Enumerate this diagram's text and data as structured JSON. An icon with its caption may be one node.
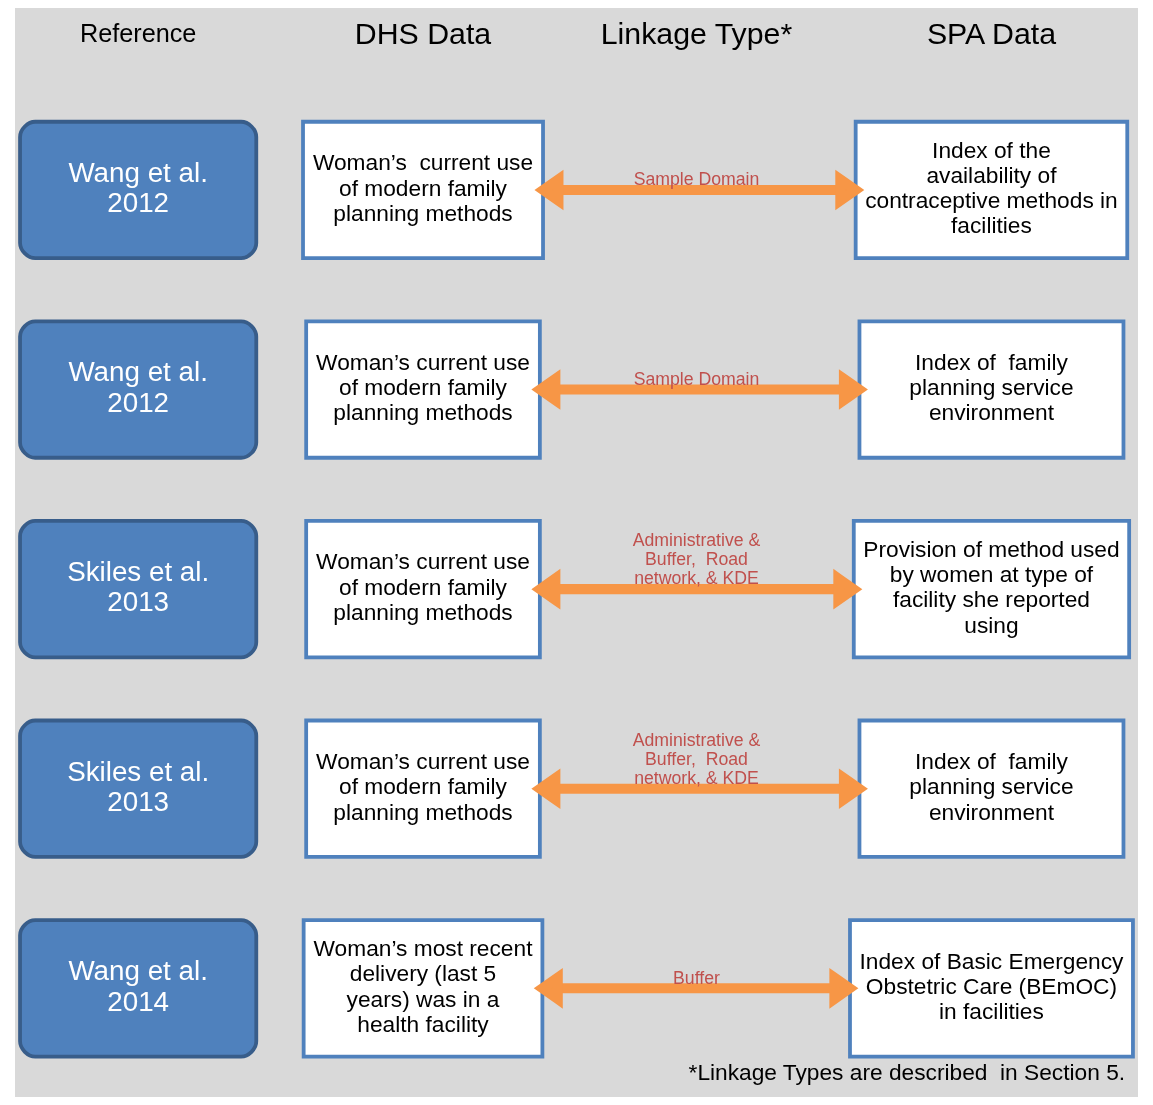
{
  "diagram": {
    "caption": "*Linkage Types are described  in Section 5.",
    "nodes": [
      {
        "text": [
          "Wang et al. 2012"
        ]
      },
      {
        "text": [
          "Woman’s  current use of modern family planning methods"
        ]
      },
      {
        "text": [
          "Index of the availability of contraceptive methods in facilities"
        ]
      },
      {
        "text": [
          "Wang et al. 2012"
        ]
      },
      {
        "text": [
          "Woman’s current use of modern family planning methods"
        ]
      },
      {
        "text": [
          "Index of  family planning service environment"
        ]
      },
      {
        "text": [
          "Skiles et al. 2013"
        ]
      },
      {
        "text": [
          "Woman’s current use of modern family planning methods"
        ]
      },
      {
        "text": [
          "Provision of method used by women at type of facility she reported using"
        ]
      },
      {
        "text": [
          "Skiles et al. 2013"
        ]
      },
      {
        "text": [
          "Woman’s current use of modern family planning methods"
        ]
      },
      {
        "text": [
          "Index of  family planning service environment"
        ]
      },
      {
        "text": [
          "Wang et al. 2014"
        ]
      },
      {
        "text": [
          "Woman’s most recent delivery (last 5 years) was in a health facility"
        ]
      },
      {
        "text": [
          "Index of Basic Emergency Obstetric Care (BEmOC) in facilities"
        ]
      }
    ],
    "edges": [
      {
        "from": 1,
        "to": 2,
        "arrow": "both",
        "label": "Sample Domain"
      },
      {
        "from": 4,
        "to": 5,
        "arrow": "both",
        "label": "Sample Domain"
      },
      {
        "from": 7,
        "to": 8,
        "arrow": "both",
        "label": "Administrative & Buffer,  Road network, & KDE"
      },
      {
        "from": 10,
        "to": 11,
        "arrow": "both",
        "label": "Administrative & Buffer,  Road network, & KDE"
      },
      {
        "from": 13,
        "to": 14,
        "arrow": "both",
        "label": "Buffer"
      }
    ],
    "labels": [
      "Reference",
      "DHS Data",
      "Linkage Type*",
      "SPA Data"
    ]
  }
}
